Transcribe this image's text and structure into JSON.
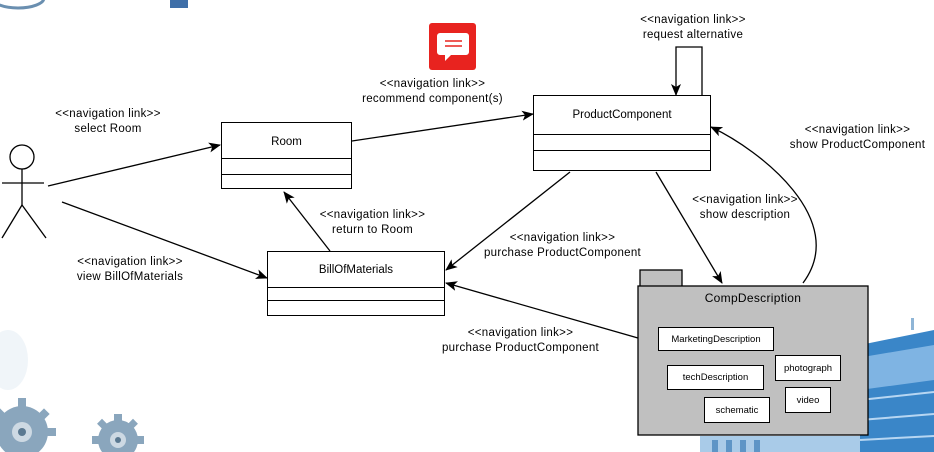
{
  "diagram": {
    "classes": {
      "room": "Room",
      "product_component": "ProductComponent",
      "bill_of_materials": "BillOfMaterials"
    },
    "package": {
      "name": "CompDescription",
      "items": {
        "marketing": "MarketingDescription",
        "tech": "techDescription",
        "photograph": "photograph",
        "schematic": "schematic",
        "video": "video"
      }
    },
    "links": {
      "select_room": {
        "stereotype": "<<navigation link>>",
        "text": "select Room"
      },
      "view_bom": {
        "stereotype": "<<navigation link>>",
        "text": "view BillOfMaterials"
      },
      "recommend": {
        "stereotype": "<<navigation link>>",
        "text": "recommend component(s)"
      },
      "request_alt": {
        "stereotype": "<<navigation link>>",
        "text": "request alternative"
      },
      "show_pc": {
        "stereotype": "<<navigation link>>",
        "text": "show ProductComponent"
      },
      "show_desc": {
        "stereotype": "<<navigation link>>",
        "text": "show description"
      },
      "return_room": {
        "stereotype": "<<navigation link>>",
        "text": "return to Room"
      },
      "purchase_1": {
        "stereotype": "<<navigation link>>",
        "text": "purchase ProductComponent"
      },
      "purchase_2": {
        "stereotype": "<<navigation link>>",
        "text": "purchase ProductComponent"
      }
    },
    "colors": {
      "package_fill": "#c0c0c0",
      "comment_icon": "#e8231f",
      "gear": "#7f9eb5",
      "building": "#3a86c8"
    },
    "icons": [
      "comment-icon",
      "gear-icon",
      "building-image",
      "actor-icon"
    ]
  }
}
